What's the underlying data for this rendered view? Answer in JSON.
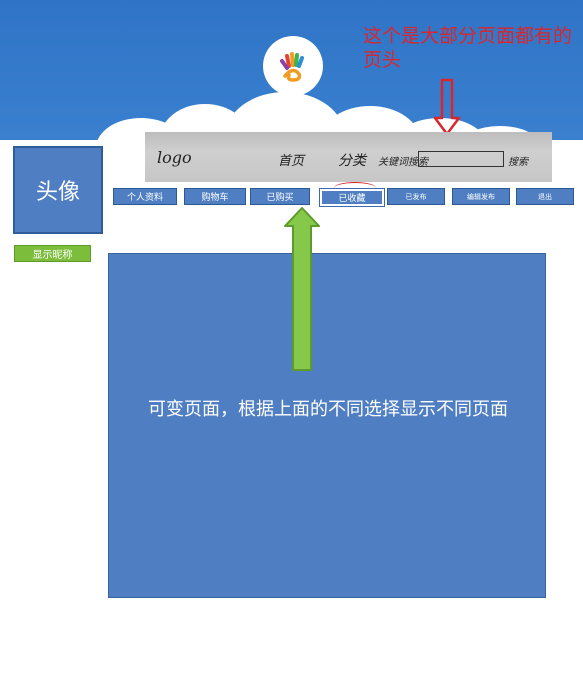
{
  "annotation": {
    "text": "这个是大部分页面都有的页头"
  },
  "sketch_header": {
    "logo": "logo",
    "home": "首页",
    "category": "分类",
    "keyword": "关键词搜索",
    "search": "搜索"
  },
  "avatar": {
    "label": "头像",
    "nickname": "显示昵称"
  },
  "nav": [
    "个人资料",
    "购物车",
    "已购买",
    "已收藏",
    "已发布",
    "编辑发布",
    "退出"
  ],
  "main": {
    "text": "可变页面，根据上面的不同选择显示不同页面"
  },
  "colors": {
    "banner_blue": "#2f74c6",
    "box_blue": "#4f7fc2",
    "arrow_green": "#86c84a",
    "annotation_red": "#d9262c"
  },
  "icons": {
    "logo": "hand-logo-icon",
    "red_arrow": "down-arrow-outline-icon",
    "green_arrow": "up-arrow-icon"
  }
}
